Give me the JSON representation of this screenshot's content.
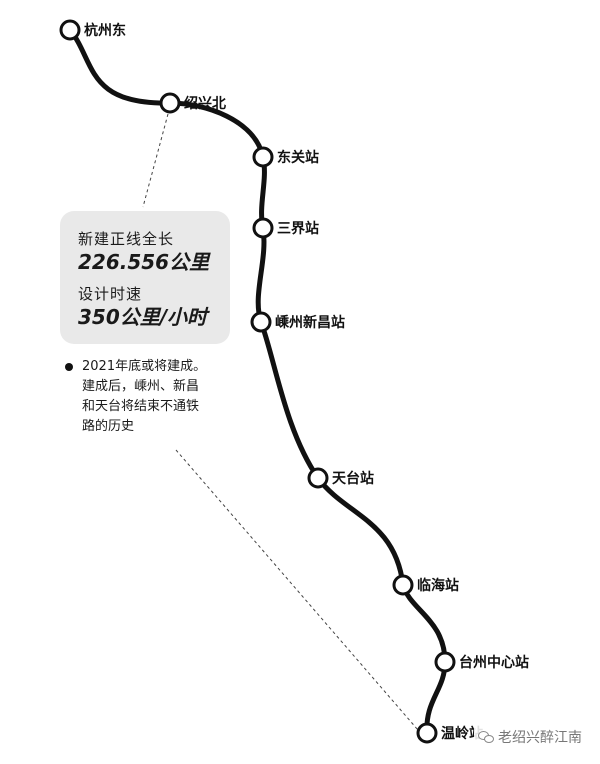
{
  "colors": {
    "line": "#111111",
    "card": "#e9e9e9",
    "leader": "#444444",
    "watermark": "#777777"
  },
  "stations": [
    {
      "name": "杭州东"
    },
    {
      "name": "绍兴北"
    },
    {
      "name": "东关站"
    },
    {
      "name": "三界站"
    },
    {
      "name": "嵊州新昌站"
    },
    {
      "name": "天台站"
    },
    {
      "name": "临海站"
    },
    {
      "name": "台州中心站"
    },
    {
      "name": "温岭站"
    }
  ],
  "info_card": {
    "length_label": "新建正线全长",
    "length_value": "226.556公里",
    "speed_label": "设计时速",
    "speed_value": "350公里/小时"
  },
  "note": {
    "lines": [
      "2021年底或将建成。",
      "建成后，嵊州、新昌",
      "和天台将结束不通铁",
      "路的历史"
    ]
  },
  "watermark": {
    "text": "老绍兴醉江南",
    "icon": "chat-bubbles-icon"
  }
}
